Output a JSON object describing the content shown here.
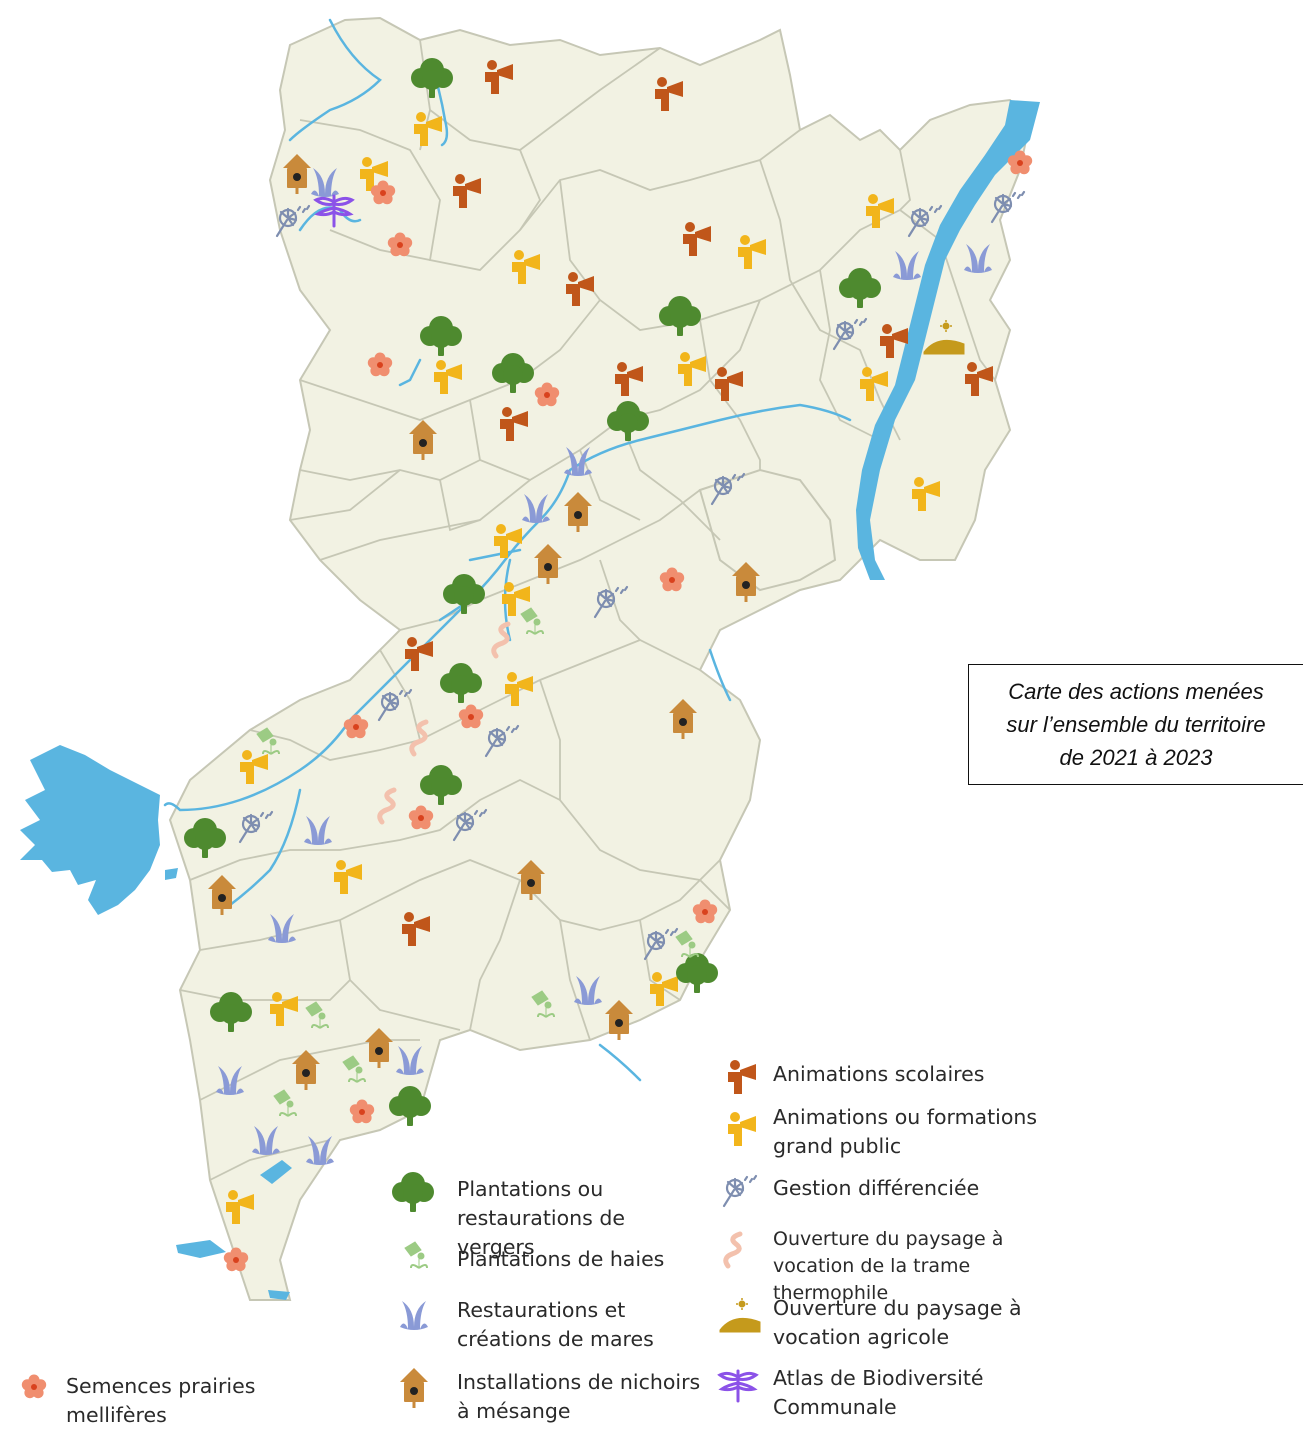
{
  "caption": {
    "line1": "Carte des actions menées",
    "line2": "sur l’ensemble du territoire",
    "line3": "de 2021 à 2023"
  },
  "colors": {
    "land": "#f2f2e3",
    "border": "#c6c7b5",
    "water": "#5ab5e0",
    "scolaires": "#c0561a",
    "grand_public": "#f2b51b",
    "gestion": "#7e8eb0",
    "vergers": "#4e8a2f",
    "haies": "#9ccb84",
    "mares": "#8a9ad6",
    "nichoirs": "#c98a3b",
    "semences": "#f08e6f",
    "thermophile": "#f3c1ad",
    "agricole": "#c59a1c",
    "atlas": "#8b52e8"
  },
  "legend": {
    "semences": {
      "icon": "flower-icon",
      "label": "Semences prairies mellifères"
    },
    "vergers": {
      "icon": "tree-icon",
      "label": "Plantations ou restaurations de vergers"
    },
    "haies": {
      "icon": "watering-can-icon",
      "label": "Plantations de haies"
    },
    "mares": {
      "icon": "pond-plant-icon",
      "label": "Restaurations et créations de mares"
    },
    "nichoirs": {
      "icon": "birdhouse-icon",
      "label": "Installations de nichoirs à mésange"
    },
    "scolaires": {
      "icon": "megaphone-person-icon",
      "label": "Animations scolaires"
    },
    "grand_public": {
      "icon": "megaphone-person-icon",
      "label": "Animations ou formations grand public"
    },
    "gestion": {
      "icon": "dandelion-icon",
      "label": "Gestion différenciée"
    },
    "thermophile": {
      "icon": "snake-icon",
      "label": "Ouverture du paysage à vocation de la trame thermophile"
    },
    "agricole": {
      "icon": "field-sun-icon",
      "label": "Ouverture du paysage à vocation agricole"
    },
    "atlas": {
      "icon": "dragonfly-icon",
      "label": "Atlas de Biodiversité Communale"
    }
  }
}
